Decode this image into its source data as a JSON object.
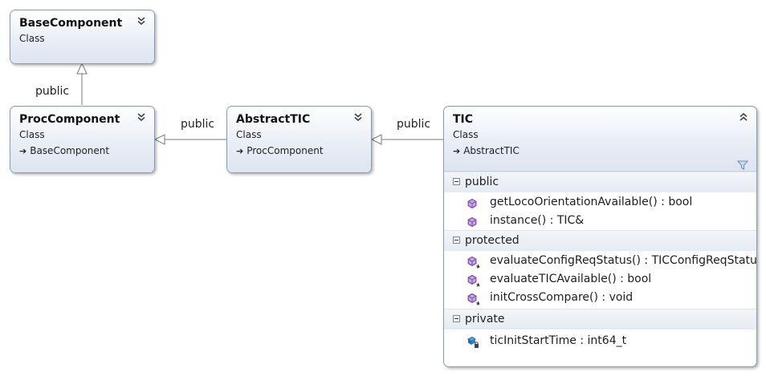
{
  "classes": {
    "base_component": {
      "name": "BaseComponent",
      "kind": "Class"
    },
    "proc_component": {
      "name": "ProcComponent",
      "kind": "Class",
      "base": "BaseComponent"
    },
    "abstract_tic": {
      "name": "AbstractTIC",
      "kind": "Class",
      "base": "ProcComponent"
    },
    "tic": {
      "name": "TIC",
      "kind": "Class",
      "base": "AbstractTIC",
      "sections": [
        {
          "label": "public",
          "members": [
            {
              "text": "getLocoOrientationAvailable() : bool",
              "icon": "public-method-icon"
            },
            {
              "text": "instance() : TIC&",
              "icon": "public-method-icon"
            }
          ]
        },
        {
          "label": "protected",
          "members": [
            {
              "text": "evaluateConfigReqStatus() : TICConfigReqStatus",
              "icon": "protected-method-icon"
            },
            {
              "text": "evaluateTICAvailable() : bool",
              "icon": "protected-method-icon"
            },
            {
              "text": "initCrossCompare() : void",
              "icon": "protected-method-icon"
            }
          ]
        },
        {
          "label": "private",
          "members": [
            {
              "text": "ticInitStartTime : int64_t",
              "icon": "private-field-icon"
            }
          ]
        }
      ]
    }
  },
  "relations": {
    "proc_to_base": "public",
    "abstract_to_proc": "public",
    "tic_to_abstract": "public"
  },
  "colors": {
    "method_purple": "#7b4aa6",
    "field_blue": "#1c6fb3",
    "line": "#7a7a7a"
  }
}
